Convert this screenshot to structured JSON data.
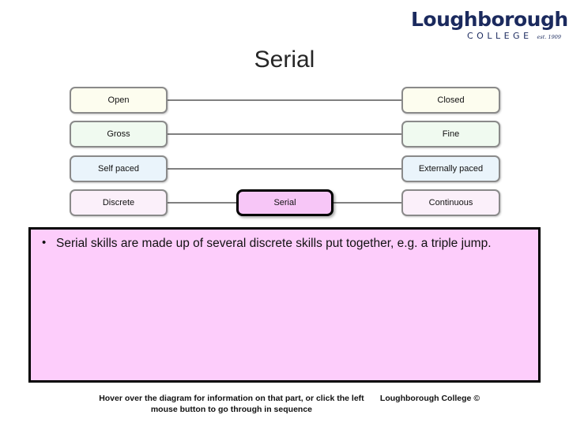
{
  "slide": {
    "title": "Serial",
    "background_color": "#ffffff"
  },
  "logo": {
    "wordmark": "Loughborough",
    "subtitle": "COLLEGE",
    "established": "est. 1909",
    "color": "#1b2a5e"
  },
  "diagram": {
    "connector_color": "#808080",
    "border_color": "#8a8a8a",
    "highlight_border_color": "#000000",
    "rows": [
      {
        "name": "open-closed",
        "fill": "#fdfdef",
        "nodes": [
          {
            "label": "Open",
            "position": "left"
          },
          {
            "label": "Closed",
            "position": "right"
          }
        ]
      },
      {
        "name": "gross-fine",
        "fill": "#f0faf0",
        "nodes": [
          {
            "label": "Gross",
            "position": "left"
          },
          {
            "label": "Fine",
            "position": "right"
          }
        ]
      },
      {
        "name": "self-externally-paced",
        "fill": "#eaf4fb",
        "nodes": [
          {
            "label": "Self paced",
            "position": "left"
          },
          {
            "label": "Externally paced",
            "position": "right"
          }
        ]
      },
      {
        "name": "discrete-serial-continuous",
        "fill": "#fbf0fa",
        "highlight_fill": "#f7c6f7",
        "nodes": [
          {
            "label": "Discrete",
            "position": "left"
          },
          {
            "label": "Serial",
            "position": "mid",
            "highlighted": true
          },
          {
            "label": "Continuous",
            "position": "right"
          }
        ]
      }
    ]
  },
  "content": {
    "background_color": "#fdcdfb",
    "bullets": [
      "Serial skills are made up of several discrete skills put together, e.g. a triple jump."
    ]
  },
  "footer": {
    "instruction": "Hover over the diagram for information on that part, or click the left mouse button to go through in sequence",
    "copyright": "Loughborough College ©"
  }
}
